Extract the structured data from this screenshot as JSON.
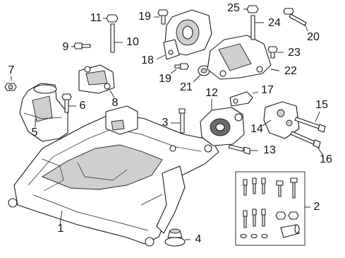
{
  "diagram": {
    "callouts": [
      {
        "id": "c1",
        "text": "1"
      },
      {
        "id": "c2",
        "text": "2"
      },
      {
        "id": "c3",
        "text": "3"
      },
      {
        "id": "c4",
        "text": "4"
      },
      {
        "id": "c5",
        "text": "5"
      },
      {
        "id": "c6",
        "text": "6"
      },
      {
        "id": "c7",
        "text": "7"
      },
      {
        "id": "c8",
        "text": "8"
      },
      {
        "id": "c9",
        "text": "9"
      },
      {
        "id": "c10",
        "text": "10"
      },
      {
        "id": "c11",
        "text": "11"
      },
      {
        "id": "c12",
        "text": "12"
      },
      {
        "id": "c13",
        "text": "13"
      },
      {
        "id": "c14",
        "text": "14"
      },
      {
        "id": "c15",
        "text": "15"
      },
      {
        "id": "c16",
        "text": "16"
      },
      {
        "id": "c17",
        "text": "17"
      },
      {
        "id": "c18",
        "text": "18"
      },
      {
        "id": "c19a",
        "text": "19"
      },
      {
        "id": "c19b",
        "text": "19"
      },
      {
        "id": "c20",
        "text": "20"
      },
      {
        "id": "c21",
        "text": "21"
      },
      {
        "id": "c22",
        "text": "22"
      },
      {
        "id": "c23",
        "text": "23"
      },
      {
        "id": "c24",
        "text": "24"
      },
      {
        "id": "c25",
        "text": "25"
      }
    ]
  }
}
